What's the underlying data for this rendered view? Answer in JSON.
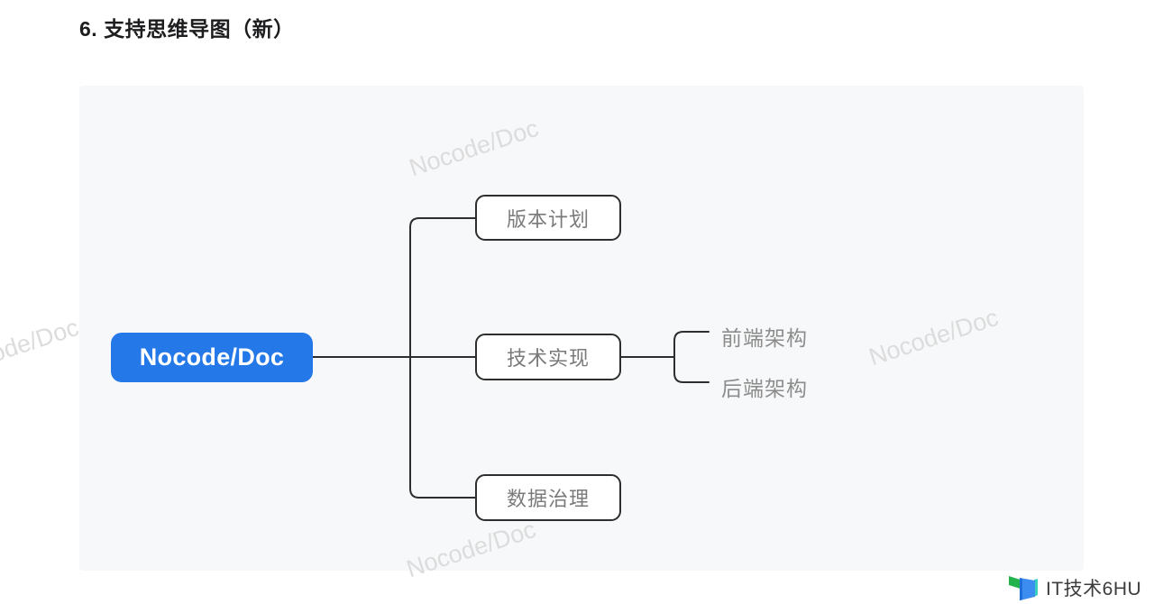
{
  "heading": {
    "text": "6. 支持思维导图（新）"
  },
  "mindmap": {
    "watermark": "Nocode/Doc",
    "root": {
      "label": "Nocode/Doc"
    },
    "children": [
      {
        "label": "版本计划"
      },
      {
        "label": "技术实现",
        "children": [
          {
            "label": "前端架构"
          },
          {
            "label": "后端架构"
          }
        ]
      },
      {
        "label": "数据治理"
      }
    ]
  },
  "footer": {
    "brand": "IT技术6HU"
  },
  "colors": {
    "root_bg": "#2478e8",
    "connector": "#2e2e2e",
    "node_border": "#2e2e2e",
    "node_text": "#7a7a7a",
    "leaf_text": "#8c8c8c",
    "panel_bg": "#f7f8f9",
    "watermark": "#dcdcdc",
    "logo_green": "#23b24b",
    "logo_blue": "#3c8df0",
    "logo_teal": "#38cfc0"
  }
}
